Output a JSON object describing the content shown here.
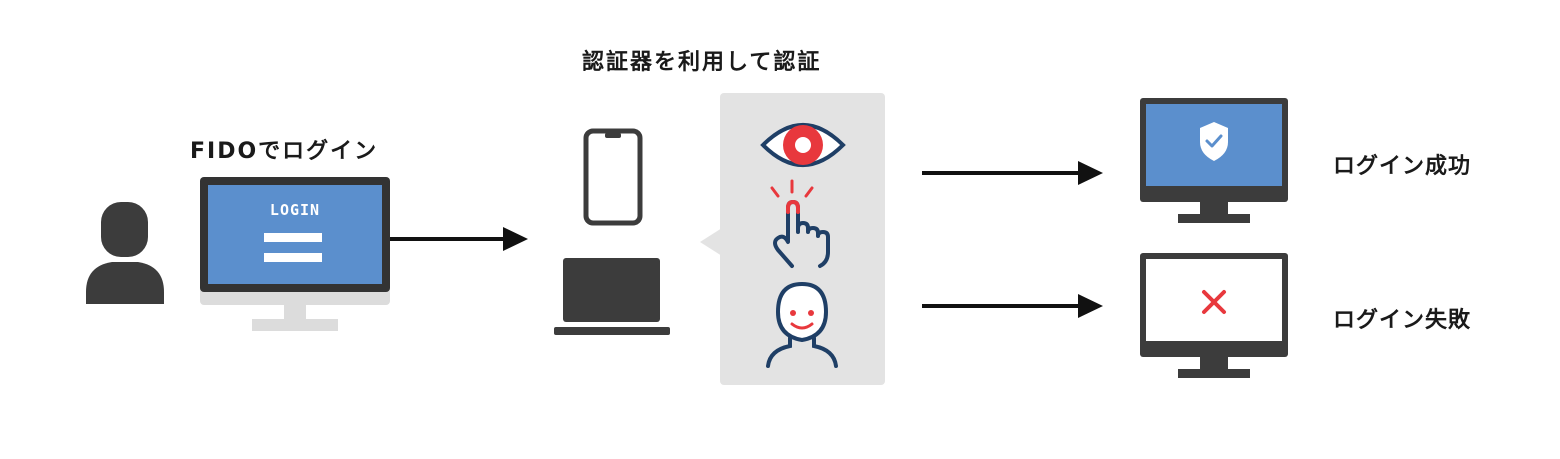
{
  "labels": {
    "fido_login": "FIDOでログイン",
    "auth_with_authenticator": "認証器を利用して認証",
    "login_success": "ログイン成功",
    "login_failure": "ログイン失敗"
  },
  "login_screen": {
    "word": "LOGIN"
  },
  "icons": {
    "user": "user-silhouette-icon",
    "login_monitor": "desktop-monitor-icon",
    "smartphone": "smartphone-icon",
    "laptop": "laptop-icon",
    "eye": "eye-biometric-icon",
    "fingerprint": "finger-touch-icon",
    "face": "face-recognition-icon",
    "success_monitor": "shield-check-monitor-icon",
    "failure_monitor": "cross-monitor-icon"
  },
  "colors": {
    "dark": "#3c3c3c",
    "screen_blue": "#5b8fcd",
    "accent_red": "#e8383d",
    "navy_outline": "#1f3f66",
    "bubble_gray": "#e3e3e3",
    "stand_gray": "#dcdcdc"
  }
}
